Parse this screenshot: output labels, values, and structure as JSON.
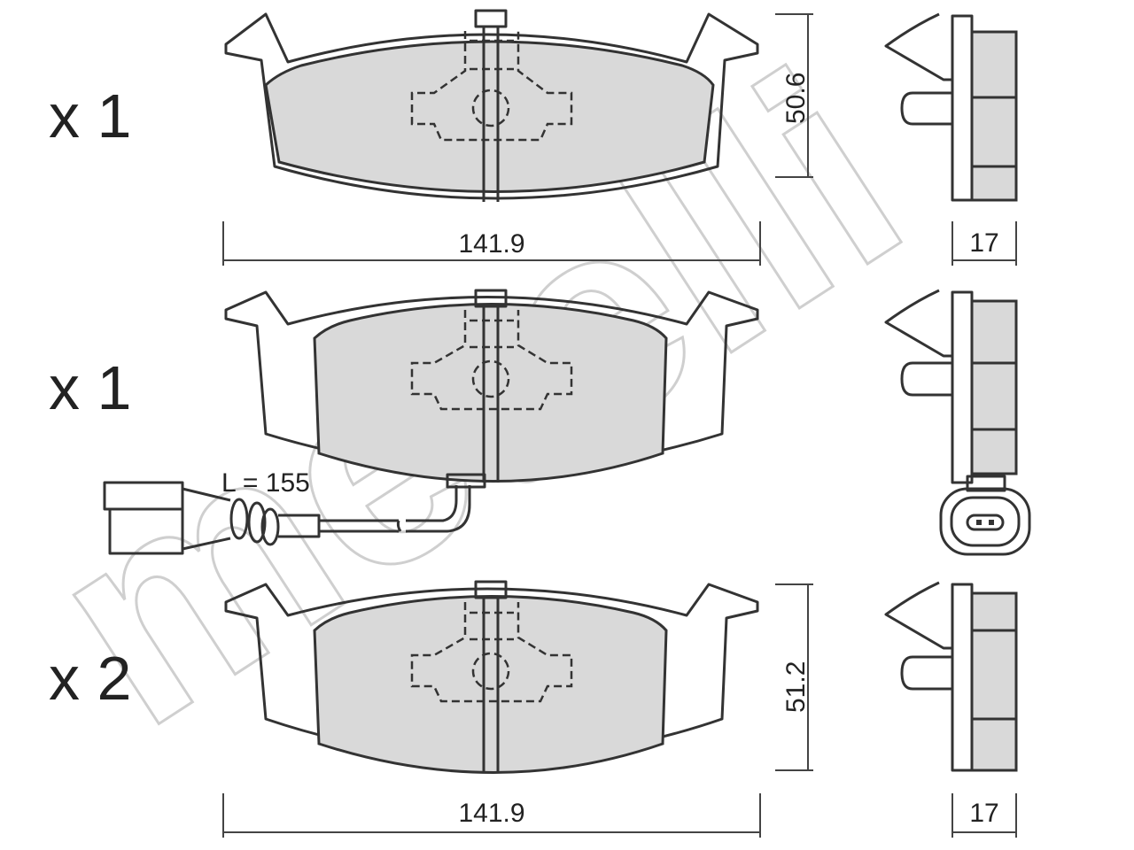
{
  "watermark": "metelli",
  "pads": [
    {
      "quantity": "x 1",
      "width_label": "141.9",
      "height_label": "50.6",
      "thickness_label": "17",
      "has_sensor": false
    },
    {
      "quantity": "x 1",
      "sensor_length_label": "L = 155",
      "has_sensor": true
    },
    {
      "quantity": "x 2",
      "width_label": "141.9",
      "height_label": "51.2",
      "thickness_label": "17",
      "has_sensor": false
    }
  ],
  "colors": {
    "friction_material": "#d9d9d9",
    "outline": "#333333",
    "watermark": "#cfcfcf"
  }
}
